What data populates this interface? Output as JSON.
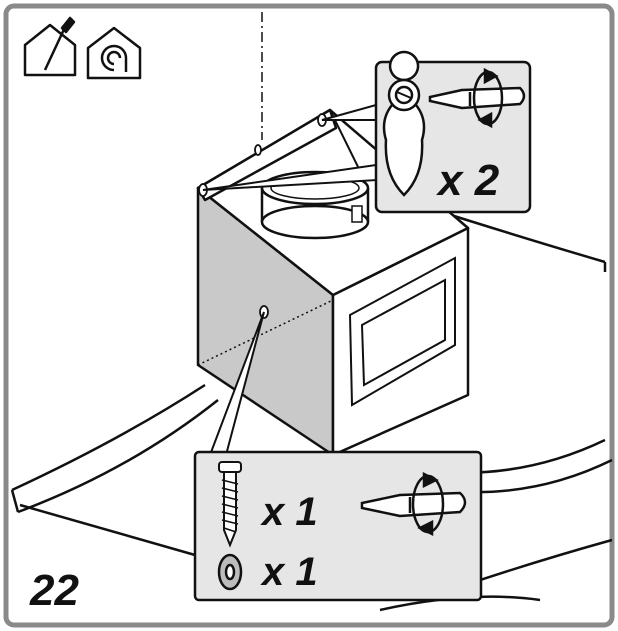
{
  "step_number": "22",
  "callout_top": {
    "quantity": "x 2"
  },
  "callout_bottom": {
    "screw_quantity": "x 1",
    "washer_quantity": "x 1"
  },
  "icons": [
    "house-screwdriver-icon",
    "house-extraction-icon",
    "screwdriver-icon",
    "rotate-arrow-icon",
    "screw-icon",
    "washer-icon",
    "keyhole-slot-icon"
  ],
  "colors": {
    "stroke": "#111111",
    "frame": "#8a8a8a",
    "shading": "#c9c9c9",
    "callout_bg": "#e6e6e6"
  }
}
